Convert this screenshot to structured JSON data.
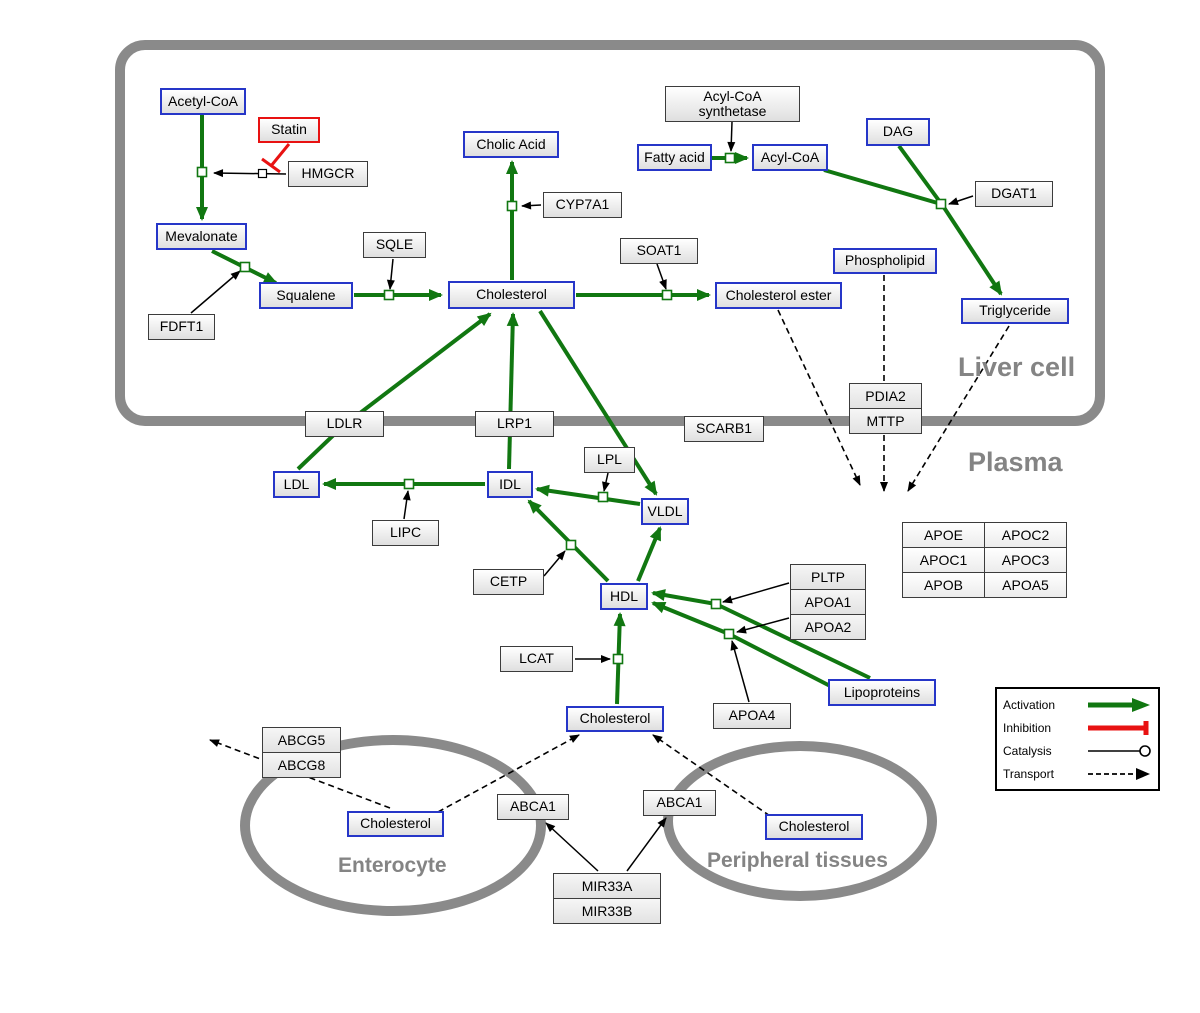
{
  "colors": {
    "activation": "#117711",
    "inhibition": "#e81212",
    "membrane": "#8a8a8a",
    "metabolite_border": "#2636c8",
    "compartment_label": "#848484"
  },
  "compartments": {
    "liver": "Liver cell",
    "plasma": "Plasma",
    "enterocyte": "Enterocyte",
    "peripheral": "Peripheral tissues"
  },
  "legend": {
    "activation": "Activation",
    "inhibition": "Inhibition",
    "catalysis": "Catalysis",
    "transport": "Transport"
  },
  "nodes": {
    "acetyl_coa": {
      "label": "Acetyl-CoA"
    },
    "statin": {
      "label": "Statin"
    },
    "hmgcr": {
      "label": "HMGCR"
    },
    "mevalonate": {
      "label": "Mevalonate"
    },
    "fdft1": {
      "label": "FDFT1"
    },
    "squalene": {
      "label": "Squalene"
    },
    "sqle": {
      "label": "SQLE"
    },
    "cholesterol_liver": {
      "label": "Cholesterol"
    },
    "cholic_acid": {
      "label": "Cholic Acid"
    },
    "cyp7a1": {
      "label": "CYP7A1"
    },
    "soat1": {
      "label": "SOAT1"
    },
    "cholesterol_ester": {
      "label": "Cholesterol ester"
    },
    "acyl_coa_synthetase": {
      "label": "Acyl-CoA synthetase"
    },
    "fatty_acid": {
      "label": "Fatty acid"
    },
    "acyl_coa": {
      "label": "Acyl-CoA"
    },
    "dag": {
      "label": "DAG"
    },
    "dgat1": {
      "label": "DGAT1"
    },
    "phospholipid": {
      "label": "Phospholipid"
    },
    "triglyceride": {
      "label": "Triglyceride"
    },
    "ldlr": {
      "label": "LDLR"
    },
    "lrp1": {
      "label": "LRP1"
    },
    "scarb1": {
      "label": "SCARB1"
    },
    "pdia2": {
      "label": "PDIA2"
    },
    "mttp": {
      "label": "MTTP"
    },
    "ldl": {
      "label": "LDL"
    },
    "idl": {
      "label": "IDL"
    },
    "lipc": {
      "label": "LIPC"
    },
    "lpl": {
      "label": "LPL"
    },
    "vldl": {
      "label": "VLDL"
    },
    "cetp": {
      "label": "CETP"
    },
    "hdl": {
      "label": "HDL"
    },
    "pltp": {
      "label": "PLTP"
    },
    "apoa1": {
      "label": "APOA1"
    },
    "apoa2": {
      "label": "APOA2"
    },
    "lcat": {
      "label": "LCAT"
    },
    "apoa4": {
      "label": "APOA4"
    },
    "lipoproteins": {
      "label": "Lipoproteins"
    },
    "apoe": {
      "label": "APOE"
    },
    "apoc2": {
      "label": "APOC2"
    },
    "apoc1": {
      "label": "APOC1"
    },
    "apoc3": {
      "label": "APOC3"
    },
    "apob": {
      "label": "APOB"
    },
    "apoa5": {
      "label": "APOA5"
    },
    "cholesterol_plasma": {
      "label": "Cholesterol"
    },
    "abcg5": {
      "label": "ABCG5"
    },
    "abcg8": {
      "label": "ABCG8"
    },
    "cholesterol_enterocyte": {
      "label": "Cholesterol"
    },
    "abca1_enterocyte": {
      "label": "ABCA1"
    },
    "abca1_peripheral": {
      "label": "ABCA1"
    },
    "cholesterol_peripheral": {
      "label": "Cholesterol"
    },
    "mir33a": {
      "label": "MIR33A"
    },
    "mir33b": {
      "label": "MIR33B"
    }
  }
}
